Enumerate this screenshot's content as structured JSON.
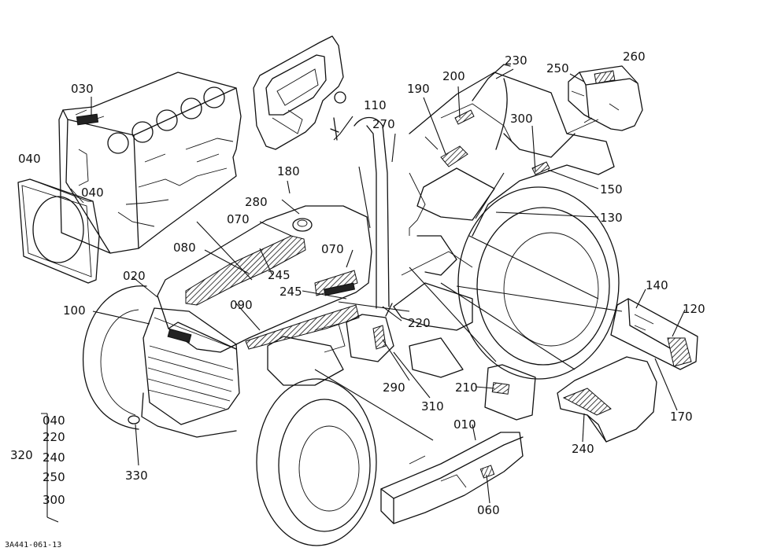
{
  "diagram": {
    "callouts": [
      {
        "id": "c030",
        "text": "030"
      },
      {
        "id": "c040a",
        "text": "040"
      },
      {
        "id": "c040b",
        "text": "040"
      },
      {
        "id": "c020",
        "text": "020"
      },
      {
        "id": "c100",
        "text": "100"
      },
      {
        "id": "c080",
        "text": "080"
      },
      {
        "id": "c070a",
        "text": "070"
      },
      {
        "id": "c070b",
        "text": "070"
      },
      {
        "id": "c280",
        "text": "280"
      },
      {
        "id": "c180",
        "text": "180"
      },
      {
        "id": "c110",
        "text": "110"
      },
      {
        "id": "c270",
        "text": "270"
      },
      {
        "id": "c190",
        "text": "190"
      },
      {
        "id": "c200",
        "text": "200"
      },
      {
        "id": "c230",
        "text": "230"
      },
      {
        "id": "c250",
        "text": "250"
      },
      {
        "id": "c260",
        "text": "260"
      },
      {
        "id": "c300",
        "text": "300"
      },
      {
        "id": "c150",
        "text": "150"
      },
      {
        "id": "c130",
        "text": "130"
      },
      {
        "id": "c245a",
        "text": "245"
      },
      {
        "id": "c245b",
        "text": "245"
      },
      {
        "id": "c090",
        "text": "090"
      },
      {
        "id": "c220",
        "text": "220"
      },
      {
        "id": "c140",
        "text": "140"
      },
      {
        "id": "c120",
        "text": "120"
      },
      {
        "id": "c170",
        "text": "170"
      },
      {
        "id": "c210",
        "text": "210"
      },
      {
        "id": "c290",
        "text": "290"
      },
      {
        "id": "c310",
        "text": "310"
      },
      {
        "id": "c010",
        "text": "010"
      },
      {
        "id": "c240",
        "text": "240"
      },
      {
        "id": "c060",
        "text": "060"
      },
      {
        "id": "c330",
        "text": "330"
      }
    ],
    "group": {
      "label": "320",
      "items": [
        "040",
        "220",
        "240",
        "250",
        "300"
      ]
    },
    "figure_code": "3A441-061-13"
  }
}
